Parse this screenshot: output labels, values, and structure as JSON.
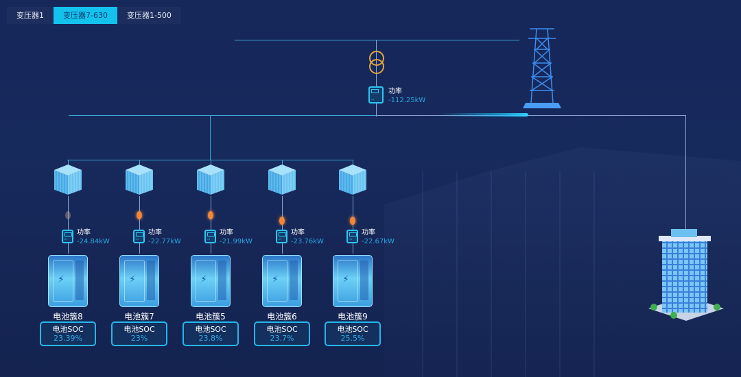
{
  "tabs": [
    {
      "label": "变压器1",
      "active": false
    },
    {
      "label": "变压器7-630",
      "active": true
    },
    {
      "label": "变压器1-500",
      "active": false
    }
  ],
  "colors": {
    "background": "#152552",
    "accent": "#14c2ee",
    "line": "#3aa9d6",
    "value_text": "#2aa5de",
    "charging_indicator": "#f0863a",
    "transformer": "#e0a63a"
  },
  "grid": {
    "transformer_icon": "transformer-icon",
    "tower_icon": "power-tower-icon",
    "building_icon": "office-building-icon",
    "main_meter": {
      "label": "功率",
      "value": "-112.25kW"
    }
  },
  "clusters": [
    {
      "name": "电池簇8",
      "power_label": "功率",
      "power": "-24.84kW",
      "soc_label": "电池SOC",
      "soc": "23.39%",
      "charging": false
    },
    {
      "name": "电池簇7",
      "power_label": "功率",
      "power": "-22.77kW",
      "soc_label": "电池SOC",
      "soc": "23%",
      "charging": true
    },
    {
      "name": "电池簇5",
      "power_label": "功率",
      "power": "-21.99kW",
      "soc_label": "电池SOC",
      "soc": "23.8%",
      "charging": true
    },
    {
      "name": "电池簇6",
      "power_label": "功率",
      "power": "-23.76kW",
      "soc_label": "电池SOC",
      "soc": "23.7%",
      "charging": true
    },
    {
      "name": "电池簇9",
      "power_label": "功率",
      "power": "-22.67kW",
      "soc_label": "电池SOC",
      "soc": "25.5%",
      "charging": true
    }
  ]
}
